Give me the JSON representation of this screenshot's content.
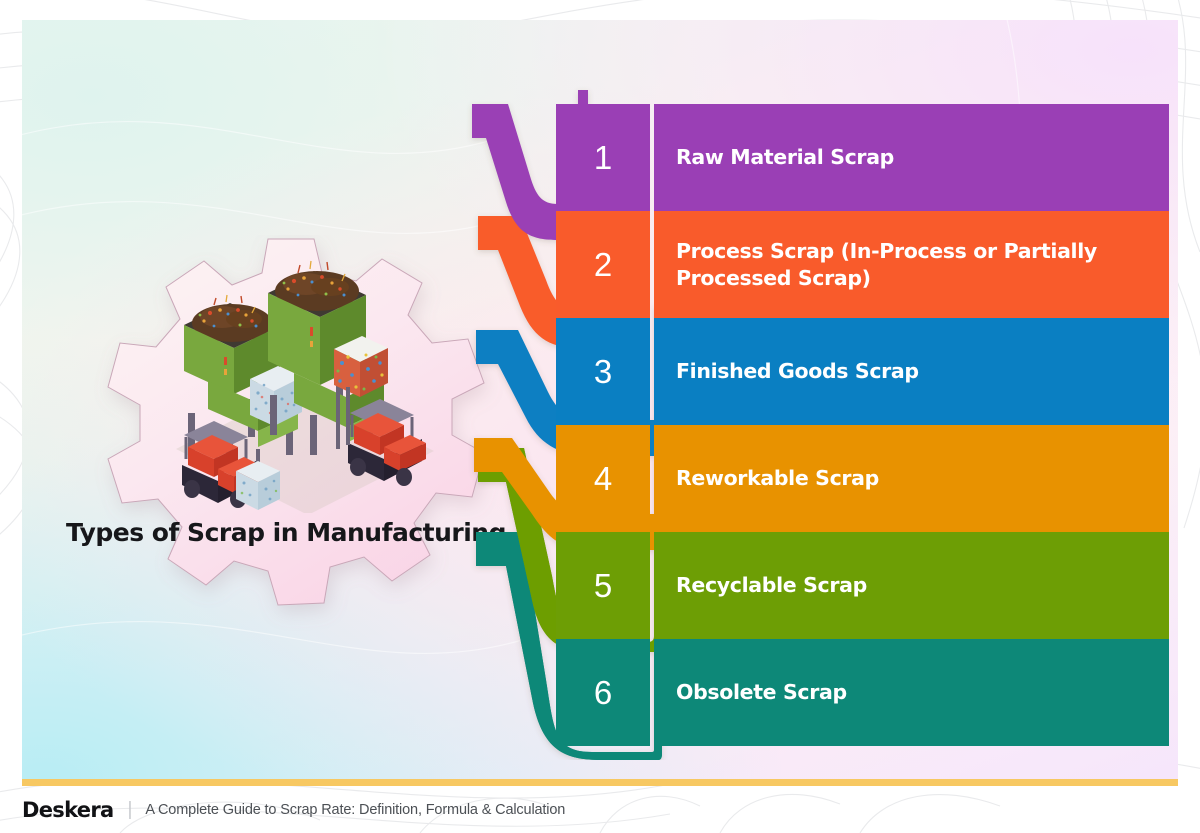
{
  "canvas": {
    "accent_color": "#f7c862",
    "divider_color": "#f7efe6"
  },
  "gear": {
    "title": "Types of Scrap in Manufacturing",
    "illustration_name": "isometric-scrap-recycling-facility",
    "fill_from": "#fdeef5",
    "fill_to": "#f9d9e8"
  },
  "rows": [
    {
      "number": "1",
      "label": "Raw Material Scrap",
      "color": "#9a3fb5"
    },
    {
      "number": "2",
      "label": "Process Scrap (In-Process or Partially Processed Scrap)",
      "color": "#f95b2b"
    },
    {
      "number": "3",
      "label": "Finished Goods Scrap",
      "color": "#0a7fc2"
    },
    {
      "number": "4",
      "label": "Reworkable Scrap",
      "color": "#e89200"
    },
    {
      "number": "5",
      "label": "Recyclable Scrap",
      "color": "#6d9e05"
    },
    {
      "number": "6",
      "label": "Obsolete Scrap",
      "color": "#0d8878"
    }
  ],
  "footer": {
    "logo": "Deskera",
    "separator": "|",
    "text": "A Complete Guide to Scrap Rate: Definition, Formula & Calculation"
  }
}
